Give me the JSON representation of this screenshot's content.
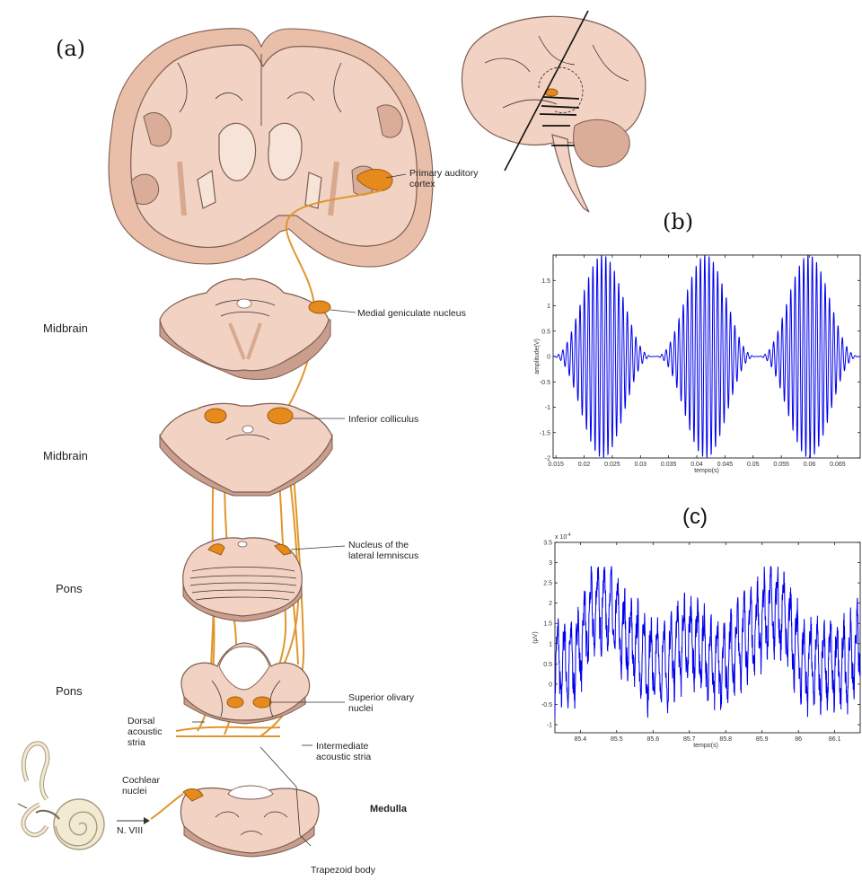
{
  "panels": {
    "a": "(a)",
    "b": "(b)",
    "c": "(c)"
  },
  "labels": {
    "primary_auditory_cortex": [
      "Primary auditory",
      "cortex"
    ],
    "medial_geniculate": "Medial geniculate nucleus",
    "inferior_colliculus": "Inferior colliculus",
    "lateral_lemniscus": [
      "Nucleus of the",
      "lateral lemniscus"
    ],
    "superior_olivary": [
      "Superior olivary",
      "nuclei"
    ],
    "dorsal_acoustic_stria": [
      "Dorsal",
      "acoustic",
      "stria"
    ],
    "intermediate_acoustic_stria": [
      "Intermediate",
      "acoustic stria"
    ],
    "cochlear_nuclei": [
      "Cochlear",
      "nuclei"
    ],
    "n_viii": "N. VIII",
    "trapezoid_body": "Trapezoid body"
  },
  "levels": {
    "midbrain_1": "Midbrain",
    "midbrain_2": "Midbrain",
    "pons_1": "Pons",
    "pons_2": "Pons",
    "medulla": "Medulla"
  },
  "colors": {
    "tissue": "#f2d2c3",
    "nucleus": "#e68a1b",
    "fiber": "#e0962c",
    "signal": "#0000ee"
  },
  "chart_data": [
    {
      "id": "b",
      "type": "line",
      "xlabel": "tempo(s)",
      "ylabel": "amplitude(V)",
      "xlim": [
        0.0145,
        0.069
      ],
      "ylim": [
        -2,
        2
      ],
      "xticks": [
        0.015,
        0.02,
        0.025,
        0.03,
        0.035,
        0.04,
        0.045,
        0.05,
        0.055,
        0.06,
        0.065
      ],
      "xtick_labels": [
        "0.015",
        "0.02",
        "0.025",
        "0.03",
        "0.035",
        "0.04",
        "0.045",
        "0.05",
        "0.055",
        "0.06",
        "0.065"
      ],
      "yticks": [
        -2,
        -1.5,
        -1,
        -0.5,
        0,
        0.5,
        1,
        1.5
      ],
      "ytick_labels": [
        "-2",
        "-1.5",
        "-1",
        "-0.5",
        "0",
        "0.5",
        "1",
        "1.5"
      ],
      "signal": {
        "form": "amplitude-modulated sinusoid",
        "envelope_peaks_s": [
          0.0233,
          0.0417,
          0.06
        ],
        "envelope_period_s": 0.0183,
        "carrier_hz": 1310,
        "peak_amplitude_V": 2
      }
    },
    {
      "id": "c",
      "type": "line",
      "xlabel": "tempo(s)",
      "ylabel": "(μV)",
      "y_exponent_label": "x 10",
      "y_exponent_power": "-4",
      "xlim": [
        85.33,
        86.17
      ],
      "ylim": [
        -1.2,
        3.5
      ],
      "xticks": [
        85.4,
        85.5,
        85.6,
        85.7,
        85.8,
        85.9,
        86,
        86.1
      ],
      "xtick_labels": [
        "85.4",
        "85.5",
        "85.6",
        "85.7",
        "85.8",
        "85.9",
        "86",
        "86.1"
      ],
      "yticks": [
        -1,
        -0.5,
        0,
        0.5,
        1,
        1.5,
        2,
        2.5,
        3,
        3.5
      ],
      "ytick_labels": [
        "-1",
        "-0.5",
        "0",
        "0.5",
        "1",
        "1.5",
        "2",
        "2.5",
        "3",
        "3.5"
      ],
      "signal": {
        "form": "noisy oscillatory response",
        "mean": 0.8,
        "min": -1.1,
        "max": 2.9,
        "dominant_period_s": 0.0183
      }
    }
  ]
}
